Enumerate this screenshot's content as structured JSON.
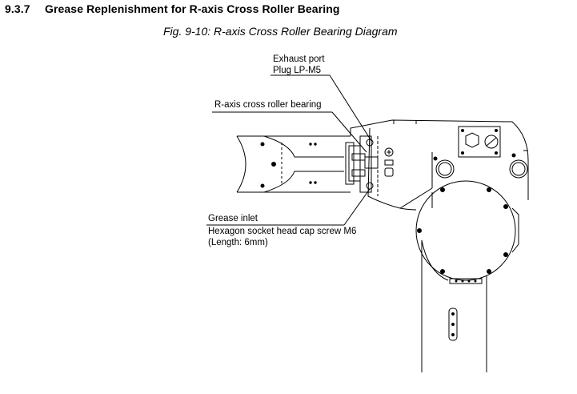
{
  "section": {
    "number": "9.3.7",
    "title": "Grease Replenishment for R-axis Cross Roller Bearing"
  },
  "figure": {
    "caption": "Fig. 9-10: R-axis Cross Roller Bearing Diagram",
    "callouts": {
      "exhaust_port": {
        "title": "Exhaust port",
        "detail": "Plug LP-M5"
      },
      "bearing": {
        "title": "R-axis cross roller bearing"
      },
      "grease_inlet": {
        "title": "Grease inlet",
        "detail": "Hexagon socket head cap screw M6",
        "note": "(Length: 6mm)"
      }
    }
  }
}
